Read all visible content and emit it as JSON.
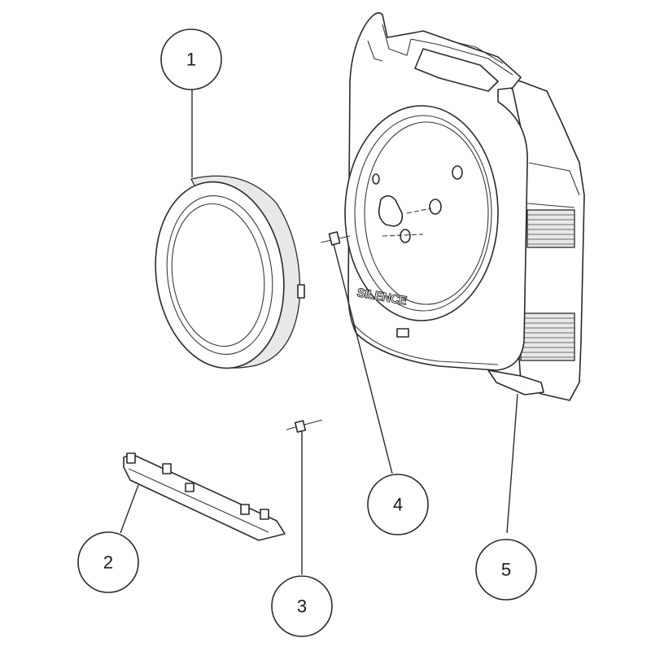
{
  "brand_text": "SILENCE",
  "callouts": [
    {
      "label": "1"
    },
    {
      "label": "2"
    },
    {
      "label": "3"
    },
    {
      "label": "4"
    },
    {
      "label": "5"
    }
  ]
}
